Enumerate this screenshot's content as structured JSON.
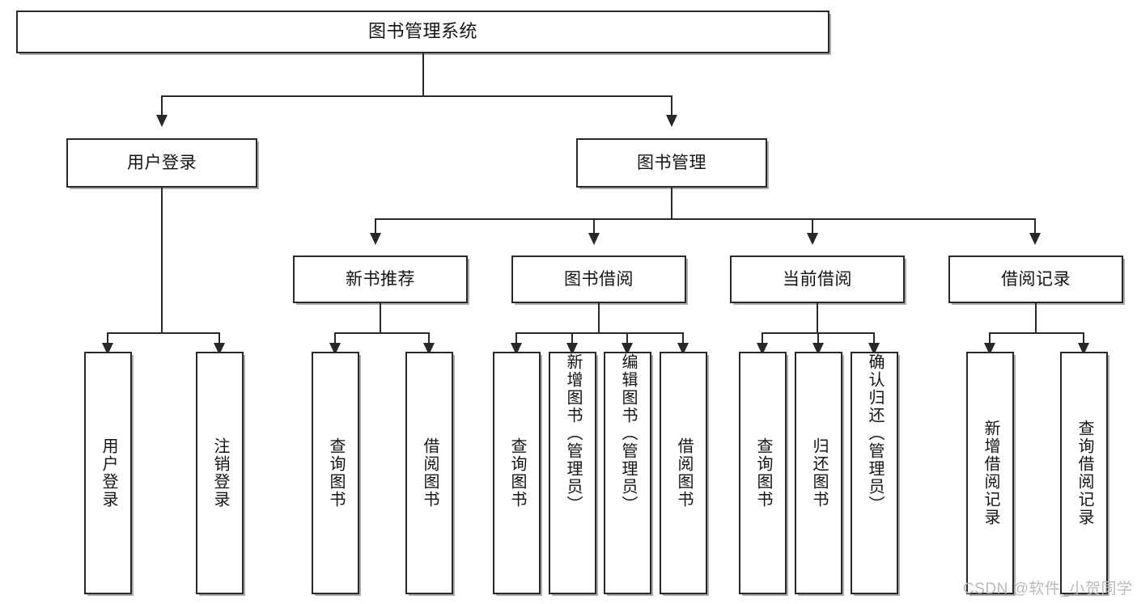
{
  "diagram": {
    "title": "图书管理系统",
    "type": "tree",
    "watermark": "CSDN @软件_小贺同学",
    "colors": {
      "stroke": "#282828",
      "fill": "#ffffff",
      "text": "#141414",
      "watermark": "#b9b9b9"
    },
    "root": {
      "label": "图书管理系统"
    },
    "level2": [
      {
        "label": "用户登录"
      },
      {
        "label": "图书管理"
      }
    ],
    "level3": [
      {
        "label": "新书推荐"
      },
      {
        "label": "图书借阅"
      },
      {
        "label": "当前借阅"
      },
      {
        "label": "借阅记录"
      }
    ],
    "leaves": {
      "user_login": [
        {
          "label": "用户登录"
        },
        {
          "label": "注销登录"
        }
      ],
      "new_book_recommend": [
        {
          "label": "查询图书"
        },
        {
          "label": "借阅图书"
        }
      ],
      "book_borrow": [
        {
          "label": "查询图书"
        },
        {
          "label": "新增图书（管理员）"
        },
        {
          "label": "编辑图书（管理员）"
        },
        {
          "label": "借阅图书"
        }
      ],
      "current_borrow": [
        {
          "label": "查询图书"
        },
        {
          "label": "归还图书"
        },
        {
          "label": "确认归还（管理员）"
        }
      ],
      "borrow_record": [
        {
          "label": "新增借阅记录"
        },
        {
          "label": "查询借阅记录"
        }
      ]
    }
  }
}
